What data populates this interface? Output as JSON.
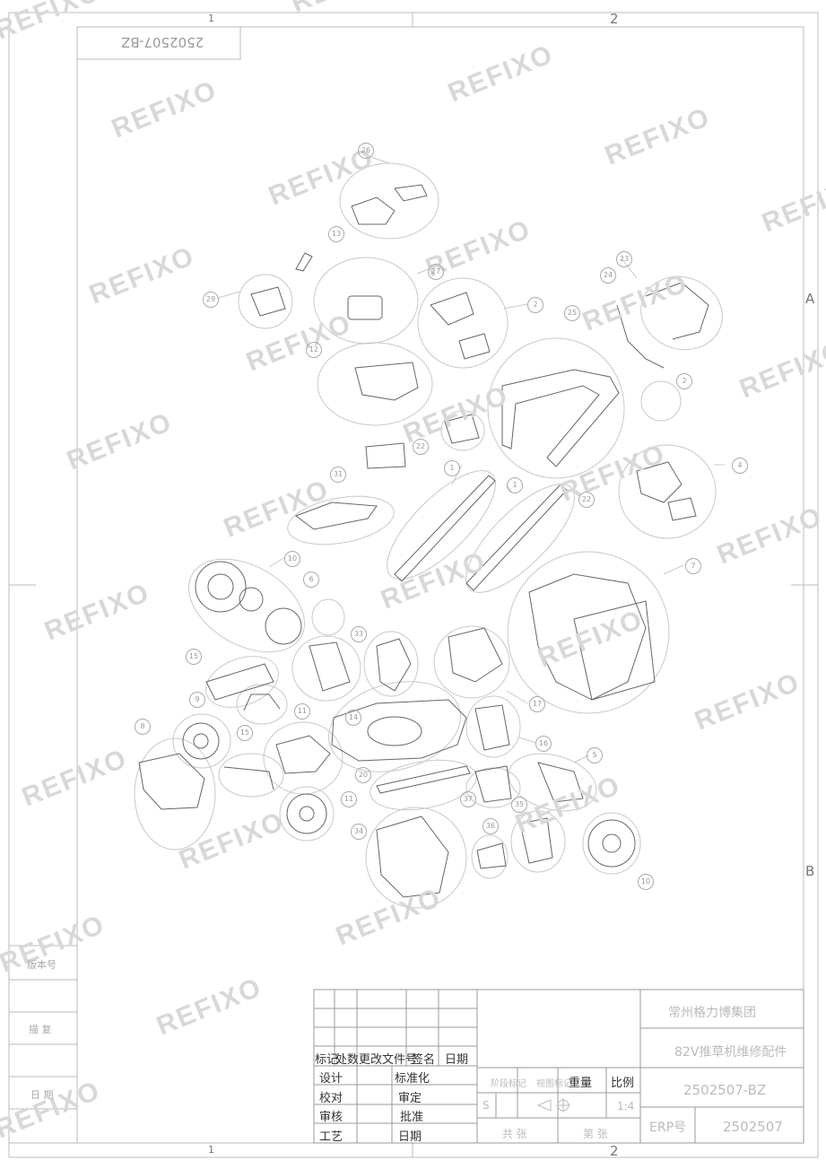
{
  "zone_numbers": {
    "top_left": "1",
    "top_right": "2",
    "bottom_left": "1",
    "bottom_right": "2",
    "right_a": "A",
    "right_b": "B"
  },
  "mirrored_stamp": "2502507-BZ",
  "watermark": "REFIXO",
  "left_strip": {
    "version": "版本号",
    "archive": "描 复",
    "archive_no": "日 期"
  },
  "callouts": [
    "26",
    "13",
    "27",
    "29",
    "2",
    "23",
    "24",
    "25",
    "12",
    "2",
    "22",
    "4",
    "1",
    "31",
    "22",
    "1",
    "7",
    "10",
    "6",
    "15",
    "5",
    "9",
    "11",
    "33",
    "15",
    "14",
    "17",
    "16",
    "8",
    "20",
    "37",
    "35",
    "11",
    "34",
    "36",
    "10"
  ],
  "title_block": {
    "company": "常州格力博集团",
    "product": "82V推草机维修配件",
    "drawing_no": "2502507-BZ",
    "erp_label": "ERP号",
    "erp_value": "2502507",
    "headers": {
      "mark": "标记",
      "count": "处数",
      "change_doc": "更改文件号",
      "sign": "签名",
      "date": "日期"
    },
    "rows": [
      {
        "left": "设计",
        "right": "标准化"
      },
      {
        "left": "校对",
        "right": "审定"
      },
      {
        "left": "审核",
        "right": "批准"
      },
      {
        "left": "工艺",
        "right": "日期"
      }
    ],
    "stage_label": "阶段标记",
    "symbol_label": "视图标记",
    "weight": "重量",
    "scale": "比例",
    "stage_value": "S",
    "scale_value": "1:4",
    "total_sheets": "共  张",
    "sheet_no": "第  张"
  }
}
